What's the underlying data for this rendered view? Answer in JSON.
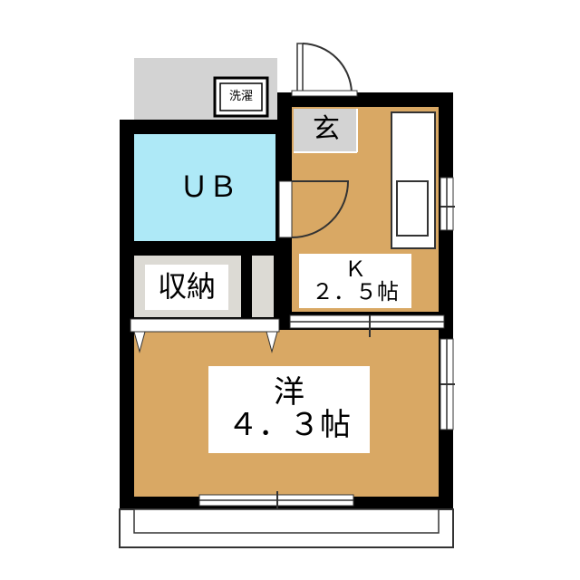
{
  "colors": {
    "wall": "#000000",
    "floor": "#d9a864",
    "bath": "#aee9f7",
    "outdoor": "#d3d3d3",
    "storage": "#dcdad4",
    "line": "#333333"
  },
  "rooms": {
    "washer": {
      "label": "洗濯"
    },
    "entrance": {
      "label": "玄"
    },
    "bath": {
      "label": "ＵＢ"
    },
    "storage": {
      "label": "収納"
    },
    "kitchen": {
      "name": "Ｋ",
      "size": "２．５帖"
    },
    "western": {
      "name": "洋",
      "size": "４．３帖"
    }
  }
}
